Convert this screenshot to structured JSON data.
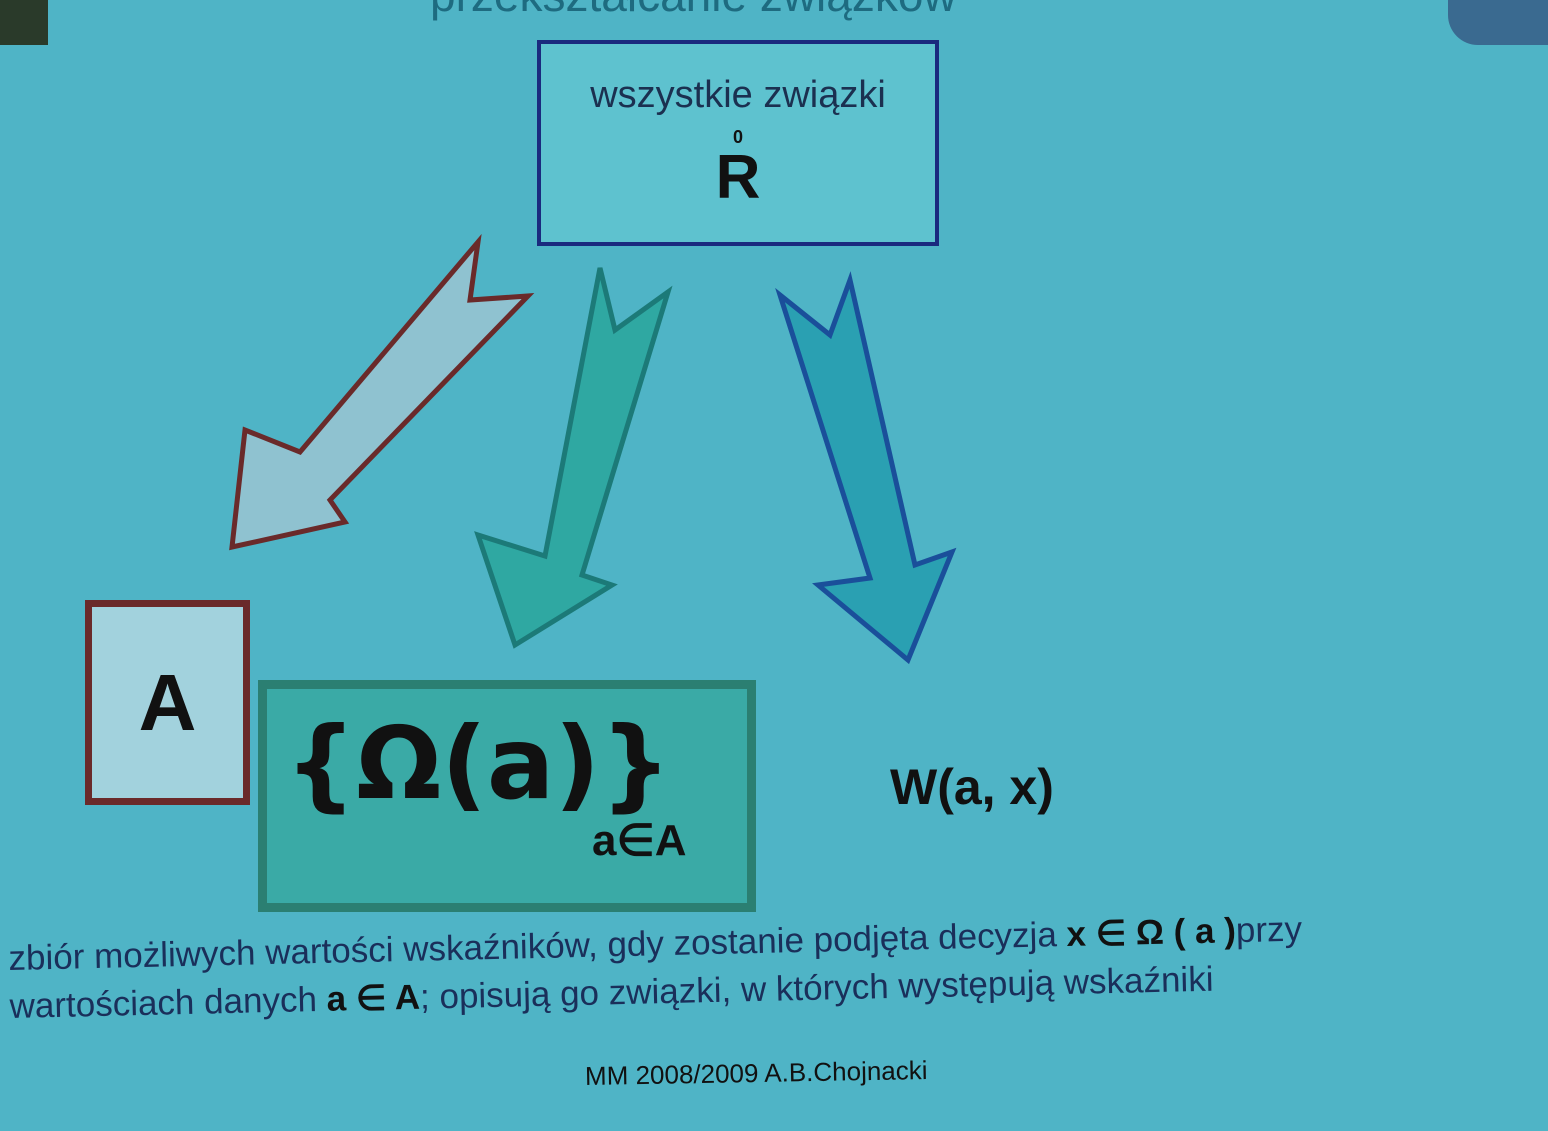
{
  "slide": {
    "title": "przekształcanie związków",
    "top_box": {
      "label": "wszystkie związki",
      "accent": "0",
      "symbol": "R"
    },
    "box_a": {
      "symbol": "A"
    },
    "omega_box": {
      "expression": "{Ω(a)}",
      "subscript": "a∈A"
    },
    "w_expression": "W(a, x)",
    "description": {
      "line1": "zbiór możliwych wartości wskaźników, gdy zostanie podjęta decyzja",
      "line1_math": "x ∈ Ω ( a )",
      "line1_end": "przy",
      "line2_start": "wartościach danych",
      "line2_math": "a ∈ A",
      "line2_end": "; opisują go związki, w których występują wskaźniki"
    },
    "footer": "MM 2008/2009 A.B.Chojnacki"
  },
  "colors": {
    "background": "#4fb4c6",
    "arrow_left_fill": "#8fc2d0",
    "arrow_left_stroke": "#6a2a2a",
    "arrow_middle_fill": "#2fa8a2",
    "arrow_middle_stroke": "#1c7a78",
    "arrow_right_fill": "#2aa0b2",
    "arrow_right_stroke": "#1a4f9a"
  }
}
